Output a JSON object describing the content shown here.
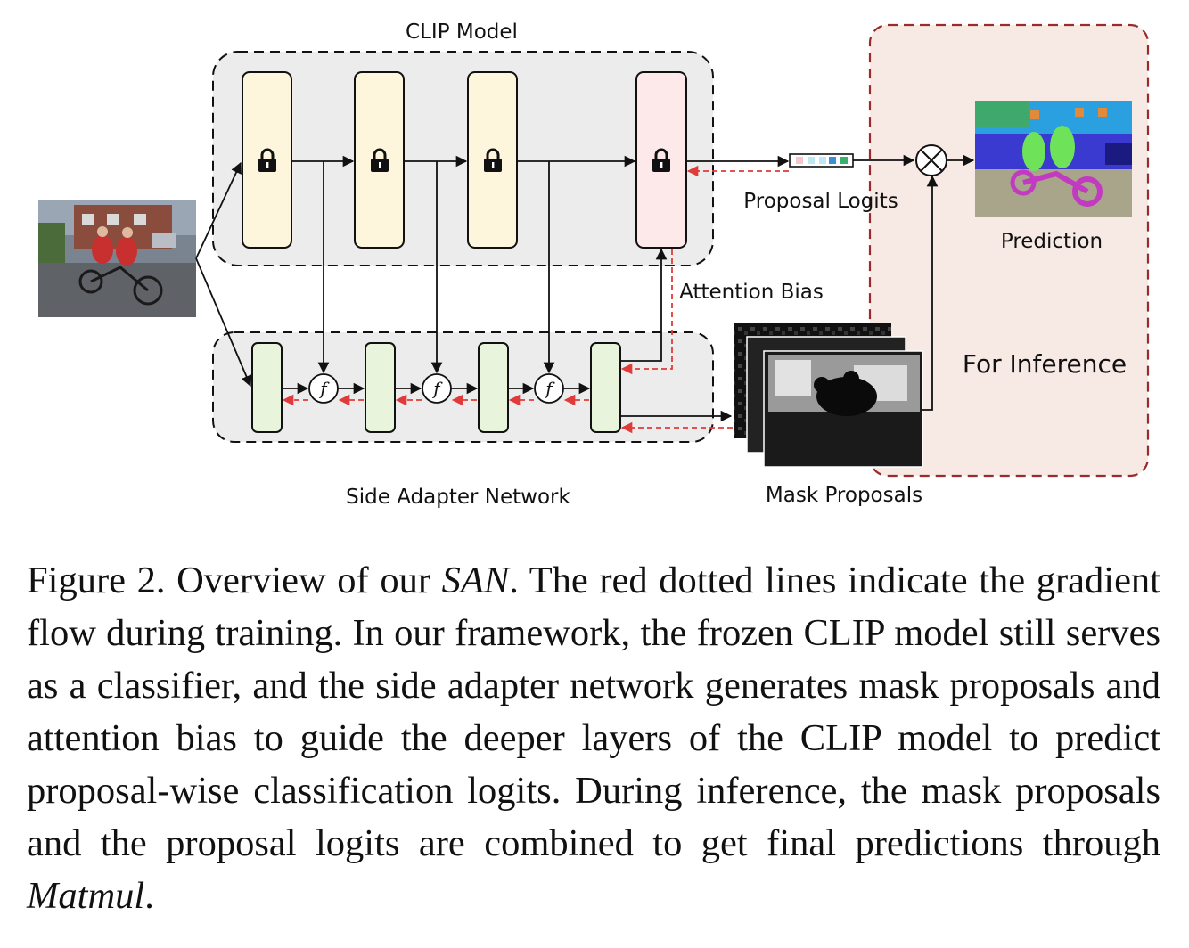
{
  "diagram": {
    "clip_model_label": "CLIP Model",
    "side_adapter_label": "Side Adapter Network",
    "proposal_logits_label": "Proposal Logits",
    "attention_bias_label": "Attention Bias",
    "prediction_label": "Prediction",
    "for_inference_label": "For Inference",
    "mask_proposals_label": "Mask Proposals",
    "fusion_symbol": "f",
    "operator_symbol": "⊗",
    "icons": [
      "lock-icon",
      "matmul-icon",
      "fusion-icon"
    ],
    "colors": {
      "frozen_block": "#fdf6dc",
      "last_clip_block": "#fde8ea",
      "adapter_block": "#e8f5dc",
      "module_background": "#ececec",
      "inference_background": "#f7e9e4",
      "inference_border": "#9b2a2a",
      "gradient_flow": "#e03a3a",
      "forward_flow": "#111111"
    }
  },
  "caption": {
    "figure_number": "Figure 2.",
    "part1": "Overview of our",
    "method_name": "SAN",
    "part2": ". The red dotted lines indicate the gradient flow during training. In our framework, the frozen CLIP model still serves as a classifier, and the side adapter network generates mask proposals and attention bias to guide the deeper layers of the CLIP model to predict proposal-wise classification logits. During inference, the mask proposals and the proposal logits are combined to get final predictions through",
    "operation_name": "Matmul",
    "end": "."
  }
}
